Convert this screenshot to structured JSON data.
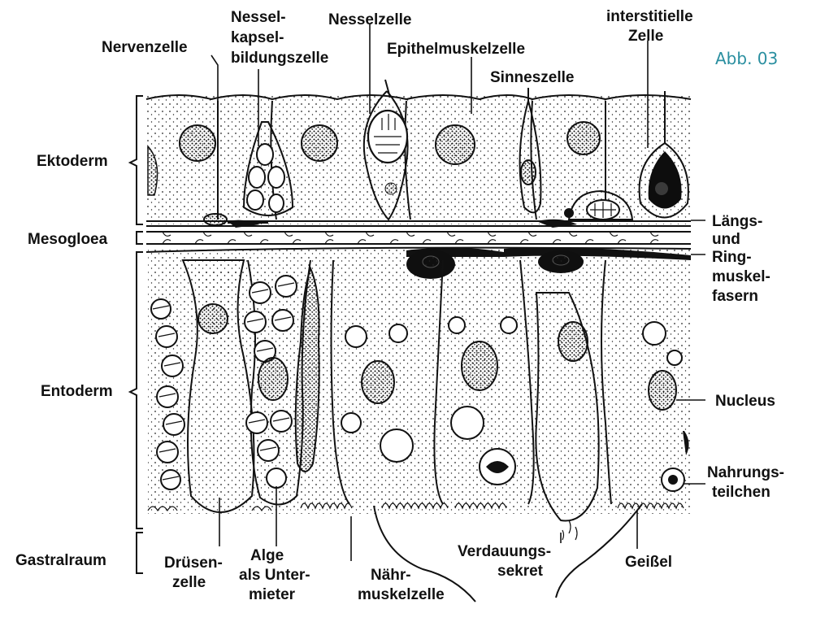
{
  "figure_label": "Abb. 03",
  "colors": {
    "ink": "#111111",
    "figure_label": "#2a8fa0",
    "background": "#ffffff"
  },
  "layers": {
    "ektoderm": "Ektoderm",
    "mesogloea": "Mesogloea",
    "entoderm": "Entoderm",
    "gastralraum": "Gastralraum"
  },
  "top_labels": {
    "nervenzelle": "Nervenzelle",
    "nesselkapsel": [
      "Nessel-",
      "kapsel-",
      "bildungszelle"
    ],
    "nesselzelle": "Nesselzelle",
    "epithelmuskelzelle": "Epithelmuskelzelle",
    "sinneszelle": "Sinneszelle",
    "interstitielle": [
      "interstitielle",
      "Zelle"
    ]
  },
  "right_labels": {
    "laengs": [
      "Längs-",
      "und"
    ],
    "ringmuskel": [
      "Ring-",
      "muskel-",
      "fasern"
    ],
    "nucleus": "Nucleus",
    "nahrung": [
      "Nahrungs-",
      "teilchen"
    ]
  },
  "bottom_labels": {
    "druesenzelle": [
      "Drüsen-",
      "zelle"
    ],
    "alge": [
      "Alge",
      "als Unter-",
      "mieter"
    ],
    "naehrmuskelzelle": [
      "Nähr-",
      "muskelzelle"
    ],
    "verdauungssekret": [
      "Verdauungs-",
      "sekret"
    ],
    "geissel": "Geißel"
  }
}
